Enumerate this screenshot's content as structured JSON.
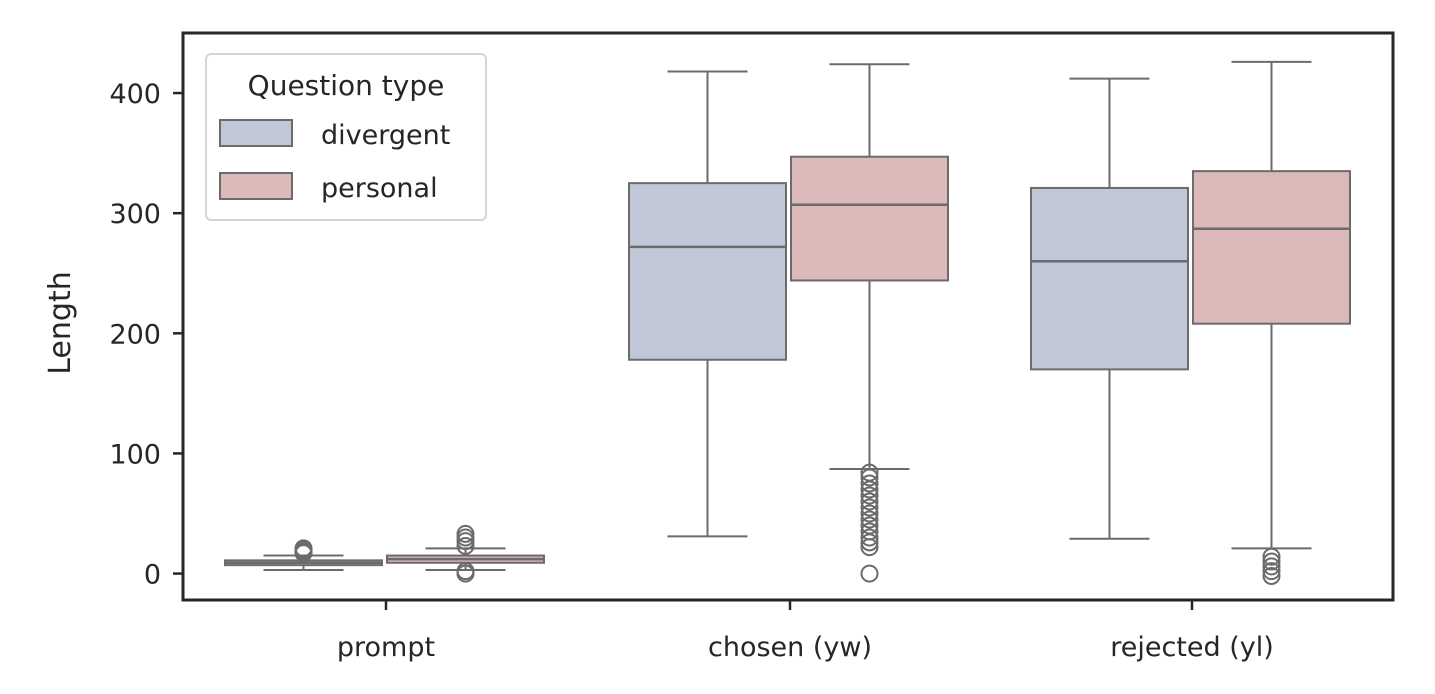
{
  "chart_data": {
    "type": "box",
    "ylabel": "Length",
    "xlabel": "",
    "ylim": [
      -22,
      450
    ],
    "yticks": [
      0,
      100,
      200,
      300,
      400
    ],
    "categories": [
      "prompt",
      "chosen (yw)",
      "rejected (yl)"
    ],
    "legend": {
      "title": "Question type",
      "position": "upper-left",
      "entries": [
        "divergent",
        "personal"
      ]
    },
    "series": [
      {
        "name": "divergent",
        "color": "#c0c8d8",
        "boxes": [
          {
            "category": "prompt",
            "whisker_low": 3,
            "q1": 7,
            "median": 9,
            "q3": 11,
            "whisker_high": 15,
            "outliers": [
              17,
              18,
              19,
              20,
              21
            ]
          },
          {
            "category": "chosen (yw)",
            "whisker_low": 31,
            "q1": 178,
            "median": 272,
            "q3": 325,
            "whisker_high": 418,
            "outliers": []
          },
          {
            "category": "rejected (yl)",
            "whisker_low": 29,
            "q1": 170,
            "median": 260,
            "q3": 321,
            "whisker_high": 412,
            "outliers": []
          }
        ]
      },
      {
        "name": "personal",
        "color": "#dbb9b9",
        "boxes": [
          {
            "category": "prompt",
            "whisker_low": 3,
            "q1": 9,
            "median": 12,
            "q3": 15,
            "whisker_high": 21,
            "outliers": [
              0,
              2,
              23,
              27,
              30,
              33
            ]
          },
          {
            "category": "chosen (yw)",
            "whisker_low": 87,
            "q1": 244,
            "median": 307,
            "q3": 347,
            "whisker_high": 424,
            "outliers": [
              0,
              22,
              26,
              30,
              35,
              40,
              45,
              50,
              55,
              60,
              65,
              70,
              75,
              80,
              84
            ]
          },
          {
            "category": "rejected (yl)",
            "whisker_low": 21,
            "q1": 208,
            "median": 287,
            "q3": 335,
            "whisker_high": 426,
            "outliers": [
              -2,
              2,
              6,
              10,
              14
            ]
          }
        ]
      }
    ],
    "grid": false
  }
}
